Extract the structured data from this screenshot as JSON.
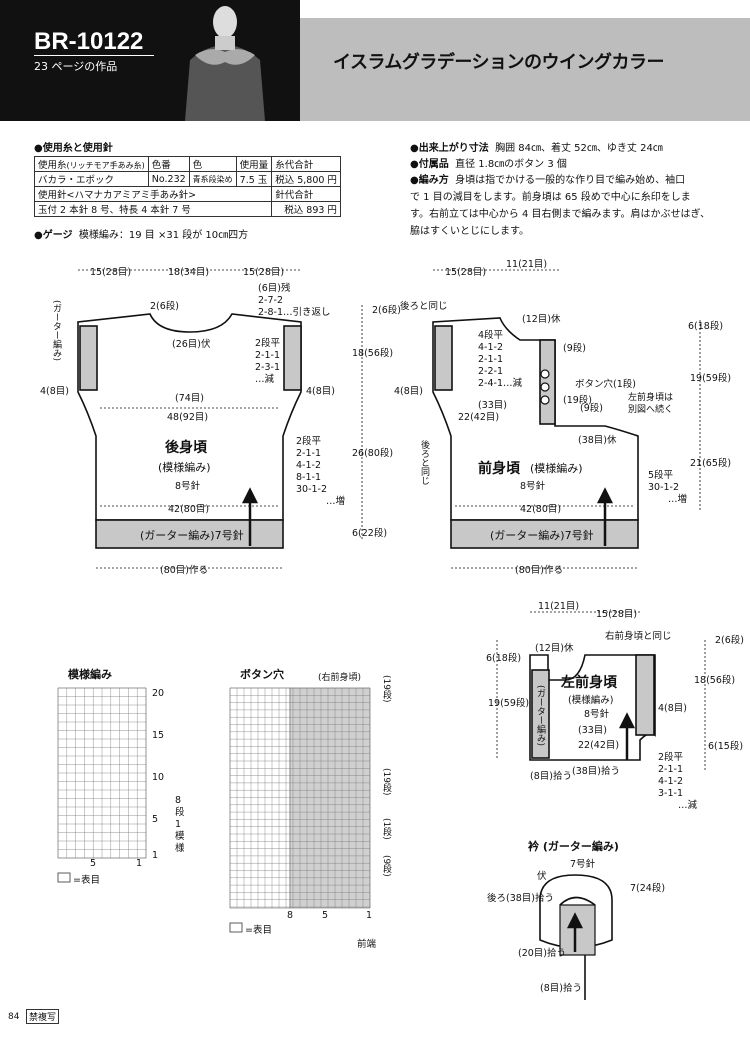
{
  "header": {
    "code": "BR-10122",
    "page_ref": "23 ページの作品",
    "title": "イスラムグラデーションのウイングカラー"
  },
  "materials": {
    "section_label": "●使用糸と使用針",
    "table": {
      "h_yarn": "使用糸",
      "h_yarn_note": "(リッチモア手あみ糸)",
      "h_colorno": "色番",
      "h_color": "色",
      "h_amount": "使用量",
      "h_total": "糸代合計",
      "yarn_name": "バカラ・エポック",
      "colorno": "No.232",
      "color": "青系段染め",
      "amount": "7.5 玉",
      "price": "税込 5,800 円",
      "needle_label": "使用針<ハマナカアミアミ手あみ針>",
      "needle_total": "針代合計",
      "needles": "玉付 2 本針 8 号、特長 4 本針 7 号",
      "needle_price": "税込 893 円"
    },
    "gauge_label": "●ゲージ",
    "gauge_text": "模様編み：19 目 ×31 段が 10㎝四方"
  },
  "info": {
    "size_label": "●出来上がり寸法",
    "size_text": "胸囲 84㎝、着丈 52㎝、ゆき丈 24㎝",
    "parts_label": "●付属品",
    "parts_text": "直径 1.8㎝のボタン 3 個",
    "method_label": "●編み方",
    "method_lines": [
      "身頃は指でかける一般的な作り目で編み始め、袖口",
      "で 1 目の減目をします。前身頃は 65 段めで中心に糸印をしま",
      "す。右前立ては中心から 4 目右側まで編みます。肩はかぶせはぎ、",
      "脇はすくいとじにします。"
    ]
  },
  "back": {
    "top_left": "15(28目)",
    "top_mid": "18(34目)",
    "top_right": "15(28目)",
    "garter_side": "(ガーター編み)",
    "neck_rows": "2(6段)",
    "neck_cast": "(26目)伏",
    "neck_dec": [
      "(6目)残",
      "2-7-2",
      "2-8-1…引き返し",
      "2段平",
      "2-1-1",
      "2-3-1",
      "…減"
    ],
    "arm_left": "4(8目)",
    "arm_right": "4(8目)",
    "width_74": "(74目)",
    "width_92": "48(92目)",
    "name": "後身頃",
    "pattern": "(模様編み)",
    "needle": "8号針",
    "side_inc": [
      "2段平",
      "2-1-1",
      "4-1-2",
      "8-1-1",
      "30-1-2",
      "…増"
    ],
    "width_80": "42(80目)",
    "garter_band": "(ガーター編み)7号針",
    "cast_on": "(80目)作る",
    "vert": [
      "2(6段)",
      "18(56段)",
      "26(80段)",
      "6(22段)"
    ]
  },
  "front": {
    "top_left": "15(28目)",
    "top_right": "11(21目)",
    "back_same": "後ろと同じ",
    "neck_12": "(12目)休",
    "dec": [
      "4段平",
      "4-1-2",
      "2-1-1",
      "2-2-1",
      "2-4-1…減"
    ],
    "rows_9a": "(9段)",
    "buttonhole": "ボタン穴(1段)",
    "rows_19": "(19段)",
    "rows_9b": "(9段)",
    "st_33": "(33目)",
    "st_22_42": "22(42目)",
    "arm": "4(8目)",
    "cont": [
      "左前身頃は",
      "別図へ続く"
    ],
    "st_38": "(38目)休",
    "back_same2": "後ろと同じ",
    "name": "前身頃",
    "pattern": "(模様編み)",
    "needle": "8号針",
    "side_inc": [
      "5段平",
      "30-1-2",
      "…増"
    ],
    "width_80": "42(80目)",
    "garter_band": "(ガーター編み)7号針",
    "cast_on": "(80目)作る",
    "vert": [
      "6(18段)",
      "19(59段)",
      "21(65段)"
    ]
  },
  "left_front": {
    "top_left": "11(21目)",
    "top_right": "15(28目)",
    "same": "右前身頃と同じ",
    "neck_12": "(12目)休",
    "name": "左前身頃",
    "pattern": "(模様編み)",
    "needle": "8号針",
    "st_33": "(33目)",
    "st_22_42": "22(42目)",
    "arm": "4(8目)",
    "garter": "(ガーター編み)",
    "pick_8": "(8目)拾う",
    "pick_38": "(38目)拾う",
    "dec": [
      "2段平",
      "2-1-1",
      "4-1-2",
      "3-1-1",
      "…減"
    ],
    "vert": [
      "6(18段)",
      "19(59段)",
      "2(6段)",
      "18(56段)",
      "6(15段)"
    ]
  },
  "collar": {
    "title": "衿 (ガーター編み)",
    "needle": "7号針",
    "bind": "伏",
    "back_pick": "後ろ(38目)拾う",
    "rows": "7(24段)",
    "pick_20": "(20目)拾う",
    "pick_8": "(8目)拾う"
  },
  "chart_pattern": {
    "title": "模様編み",
    "row_labels": [
      "20",
      "15",
      "10",
      "5",
      "1"
    ],
    "col_labels": [
      "5",
      "1"
    ],
    "repeat": [
      "8",
      "段",
      "1",
      "模",
      "様"
    ],
    "legend": "=表目"
  },
  "chart_button": {
    "title": "ボタン穴",
    "sub": "(右前身頃)",
    "side": [
      "(19段)",
      "(19段)",
      "(1段)",
      "(9段)"
    ],
    "col_labels": [
      "8",
      "5",
      "1"
    ],
    "legend": "=表目",
    "front_edge": "前端"
  },
  "footer": {
    "page": "84",
    "notice": "禁複写"
  }
}
